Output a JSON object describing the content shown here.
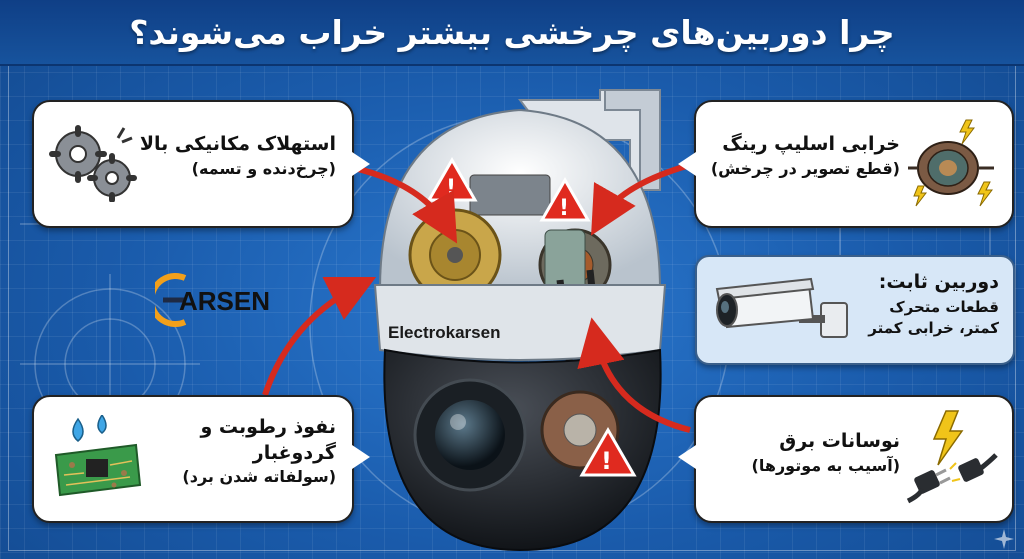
{
  "title": "چرا دوربین‌های چرخشی بیشتر خراب می‌شوند؟",
  "logo": {
    "text": "ARSEN"
  },
  "camera": {
    "brand": "Electrokarsen"
  },
  "cards": {
    "mechanical_wear": {
      "title": "استهلاک مکانیکی بالا",
      "subtitle": "(چرخ‌دنده و تسمه)",
      "icon": "gears-icon"
    },
    "moisture_dust": {
      "title_line1": "نفوذ رطوبت و",
      "title_line2": "گردوغبار",
      "subtitle": "(سولفاته شدن برد)",
      "icon": "circuit-board-water-icon"
    },
    "slip_ring": {
      "title": "خرابی اسلیپ رینگ",
      "subtitle": "(قطع تصویر در چرخش)",
      "icon": "slip-ring-icon"
    },
    "fixed_camera": {
      "title": "دوربین ثابت:",
      "line1": "قطعات متحرک",
      "line2": "کمتر، خرابی کمتر",
      "icon": "bullet-camera-icon"
    },
    "power_surge": {
      "title": "نوسانات برق",
      "subtitle": "(آسیب به موتورها)",
      "icon": "power-plug-lightning-icon"
    }
  },
  "colors": {
    "background": "#1d5fae",
    "title_bar": "#0f3f86",
    "arrow": "#d62a1e",
    "warning": "#e02a1f"
  }
}
